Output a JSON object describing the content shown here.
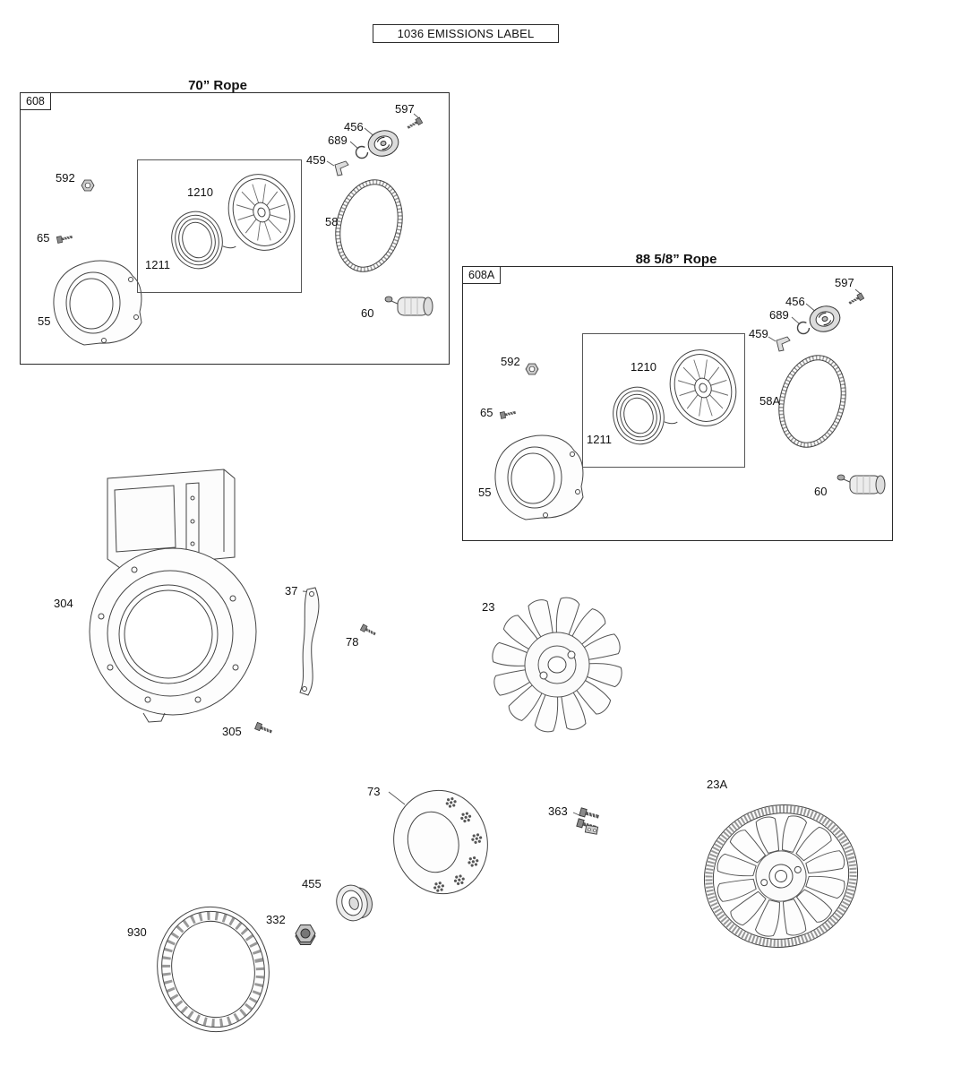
{
  "emissions_label": "1036 EMISSIONS LABEL",
  "box608": {
    "heading": "70” Rope",
    "tag": "608",
    "labels": {
      "l597": "597",
      "l456": "456",
      "l689": "689",
      "l459": "459",
      "l592": "592",
      "l1210": "1210",
      "l65": "65",
      "l1211": "1211",
      "l58": "58",
      "l55": "55",
      "l60": "60"
    }
  },
  "box608a": {
    "heading": "88 5/8” Rope",
    "tag": "608A",
    "labels": {
      "l597": "597",
      "l456": "456",
      "l689": "689",
      "l459": "459",
      "l592": "592",
      "l1210": "1210",
      "l65": "65",
      "l1211": "1211",
      "l58a": "58A",
      "l55": "55",
      "l60": "60"
    }
  },
  "main_labels": {
    "l304": "304",
    "l37": "37",
    "l78": "78",
    "l23": "23",
    "l305": "305",
    "l73": "73",
    "l363": "363",
    "l23a": "23A",
    "l455": "455",
    "l332": "332",
    "l930": "930"
  }
}
